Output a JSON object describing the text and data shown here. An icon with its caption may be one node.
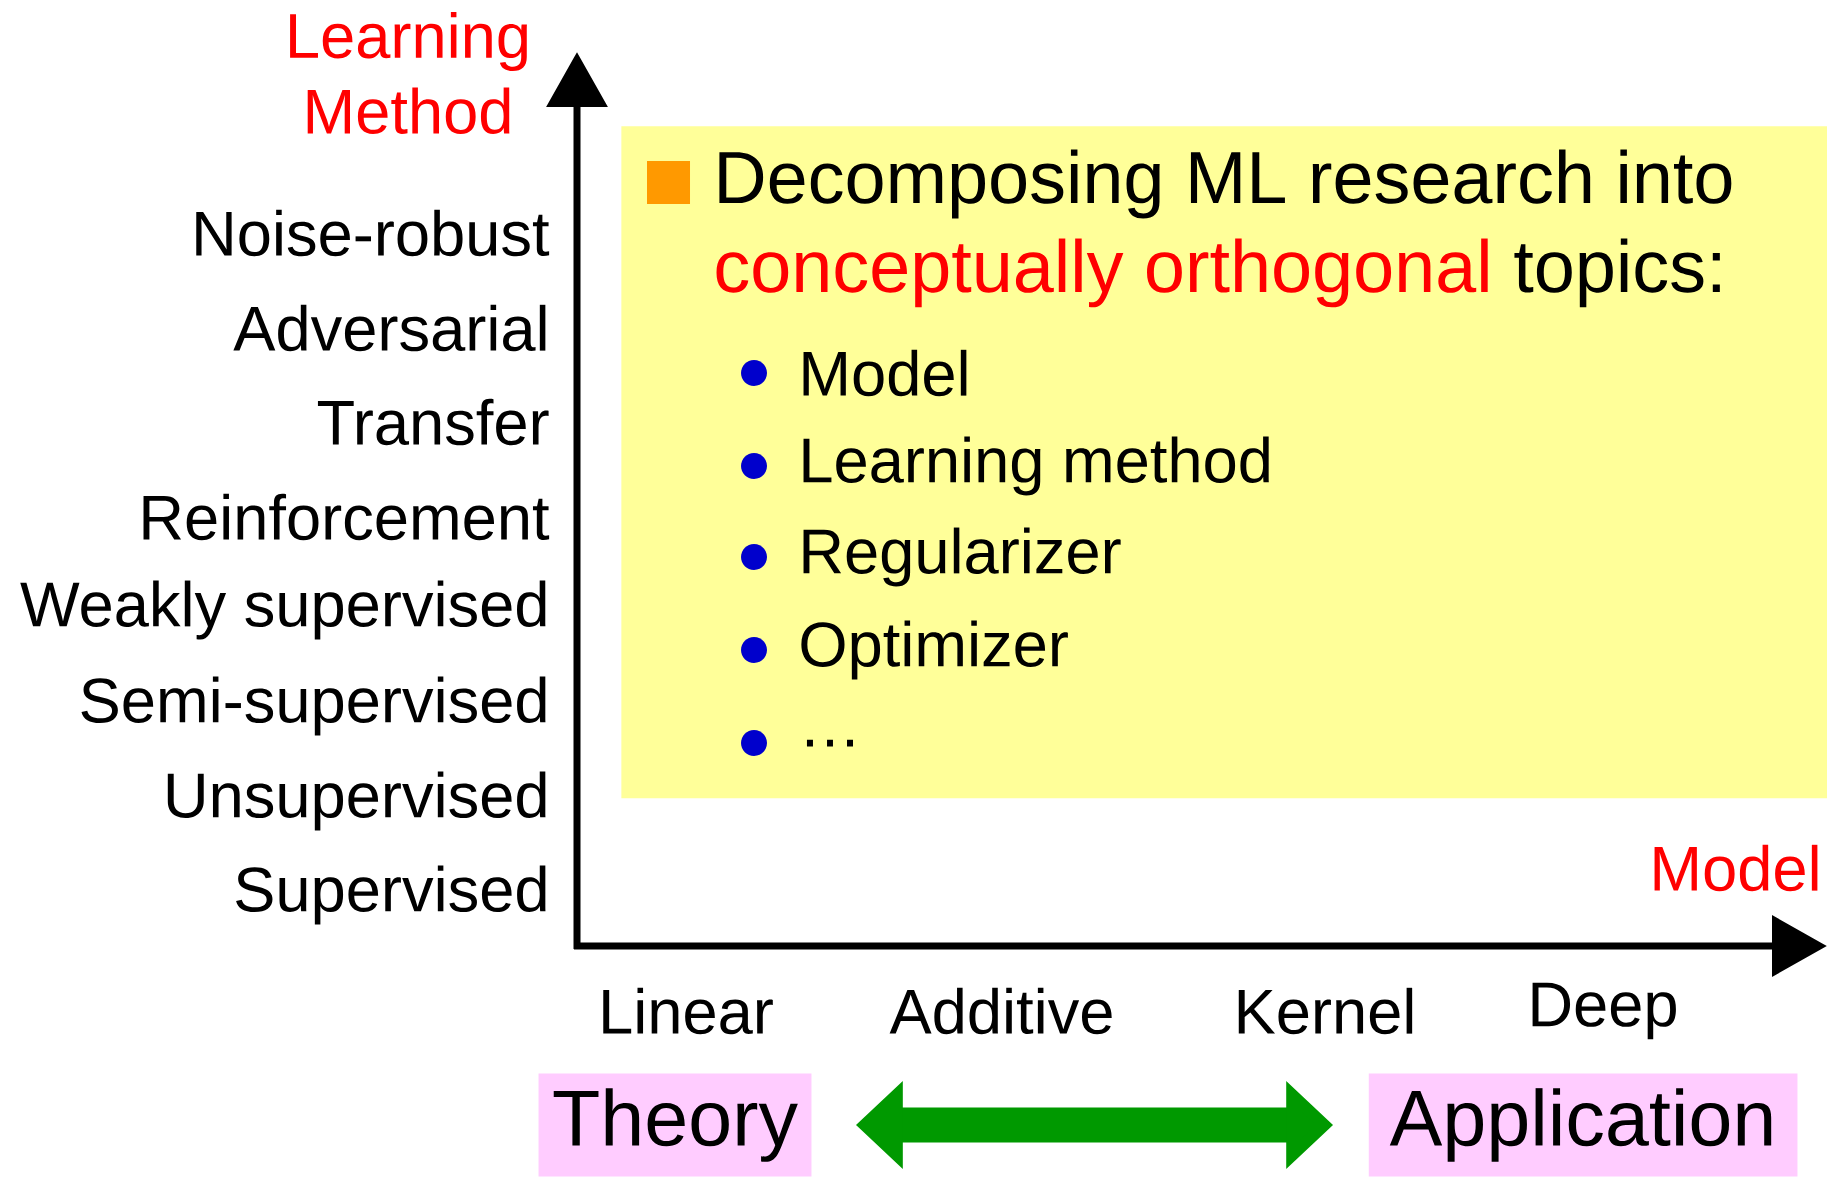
{
  "diagram": {
    "nodes": [
      {
        "text": [
          "Decomposing ML research into",
          "conceptually orthogonal",
          "topics:",
          "Model",
          "Learning method",
          "Regularizer",
          "Optimizer",
          "…"
        ]
      },
      {
        "text": [
          "Theory"
        ]
      },
      {
        "text": [
          "Application"
        ]
      }
    ],
    "edges": [
      {
        "from": 1,
        "to": 2,
        "arrow": "both",
        "color": "#009900"
      }
    ],
    "labels": [
      "Learning Method",
      "Noise-robust",
      "Adversarial",
      "Transfer",
      "Reinforcement",
      "Weakly supervised",
      "Semi-supervised",
      "Unsupervised",
      "Supervised",
      "Model",
      "Linear",
      "Additive",
      "Kernel",
      "Deep"
    ]
  }
}
